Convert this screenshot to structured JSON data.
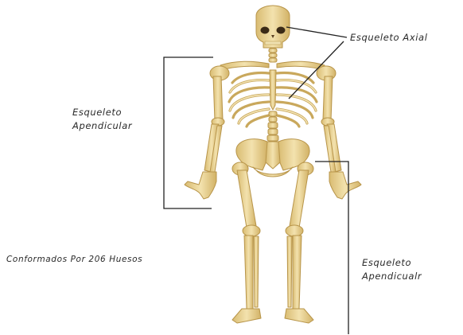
{
  "labels": {
    "axial": "Esqueleto Axial",
    "apendicular_left": {
      "line1": "Esqueleto",
      "line2": "Apendicular"
    },
    "apendicular_right": {
      "line1": "Esqueleto",
      "line2": "Apendicualr"
    },
    "bones_count": "Conformados Por 206 Huesos"
  },
  "colors": {
    "bone": "#ecd69c",
    "bone_stroke": "#b8954a",
    "bone_shadow": "#c9a85c",
    "skull_socket": "#3a2a16",
    "line": "#222222",
    "text": "#2a2a2a",
    "background": "#ffffff"
  }
}
